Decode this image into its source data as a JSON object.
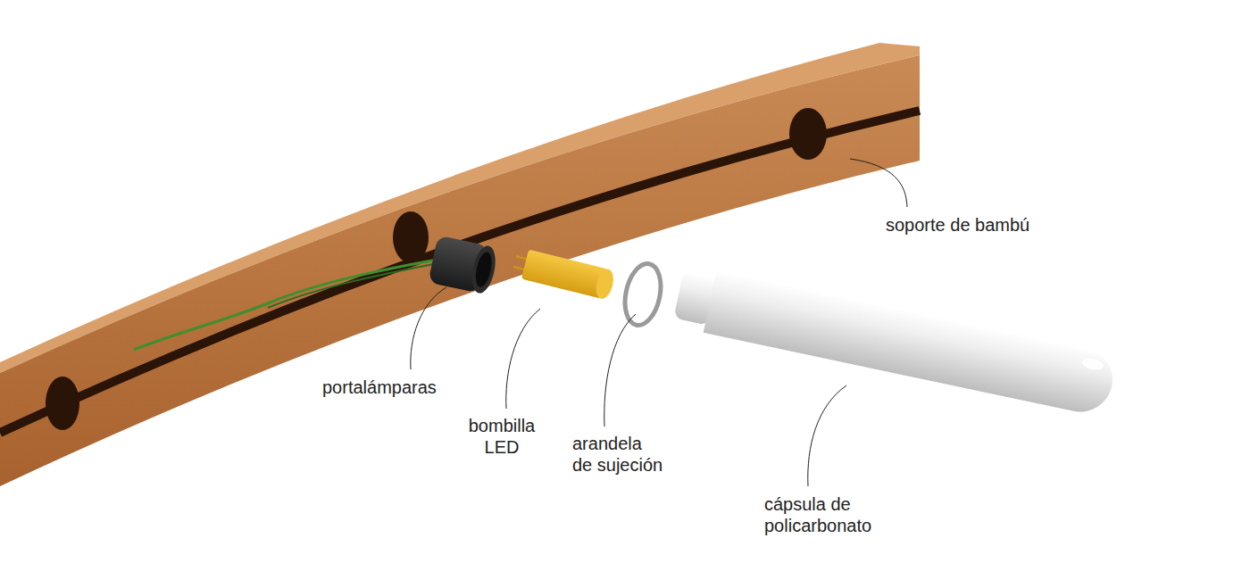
{
  "diagram": {
    "labels": [
      "soporte de bambú",
      "portalámparas",
      "bombilla LED",
      "arandela de sujeción",
      "cápsula de policarbonato"
    ]
  }
}
